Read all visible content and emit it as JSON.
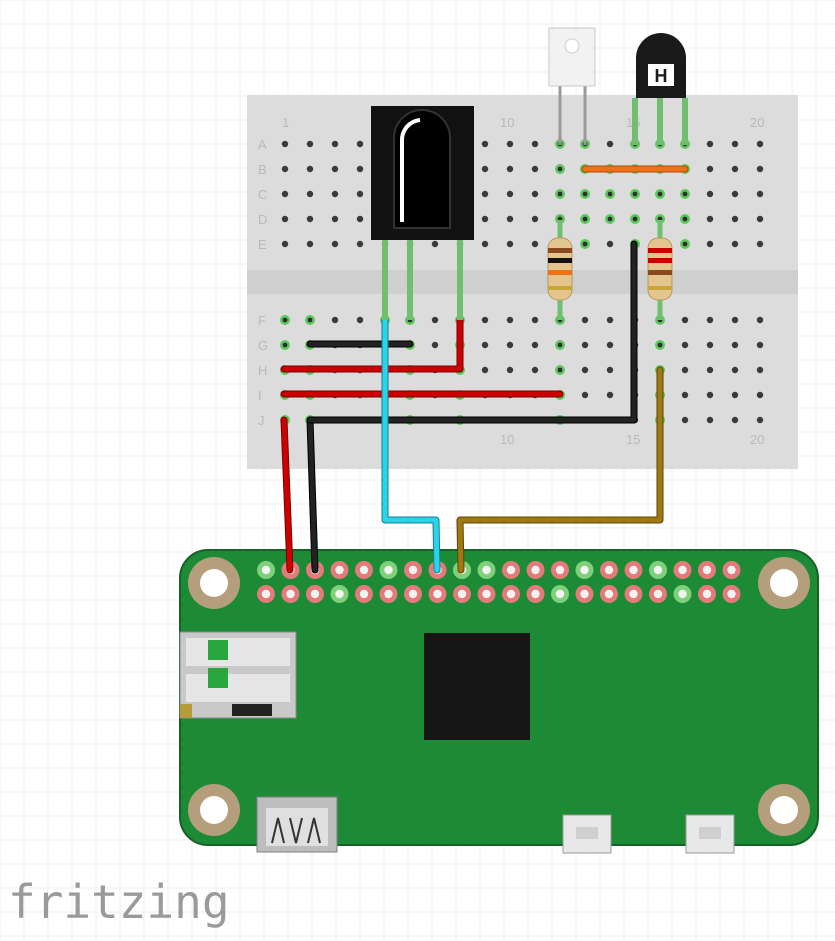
{
  "breadboard": {
    "top_rows": [
      "A",
      "B",
      "C",
      "D",
      "E"
    ],
    "bottom_rows": [
      "F",
      "G",
      "H",
      "I",
      "J"
    ],
    "column_numbers_top": [
      "1",
      "10",
      "15",
      "20"
    ],
    "column_numbers_bottom": [
      "10",
      "15",
      "20"
    ]
  },
  "brand": {
    "logo_text": "fritzing"
  },
  "colors": {
    "breadboard": "#dcdcdc",
    "pcb": "#1d8a35",
    "wire_red": "#cc0000",
    "wire_black": "#222222",
    "wire_cyan": "#27c7dd",
    "wire_brown": "#98700e",
    "wire_orange": "#e06010",
    "highlight": "#5cc95c"
  },
  "components": {
    "ir_receiver": "ir-receiver",
    "ir_led": "ir-led",
    "transistor": "npn-transistor",
    "resistors": 2,
    "board": "raspberry-pi-zero"
  }
}
